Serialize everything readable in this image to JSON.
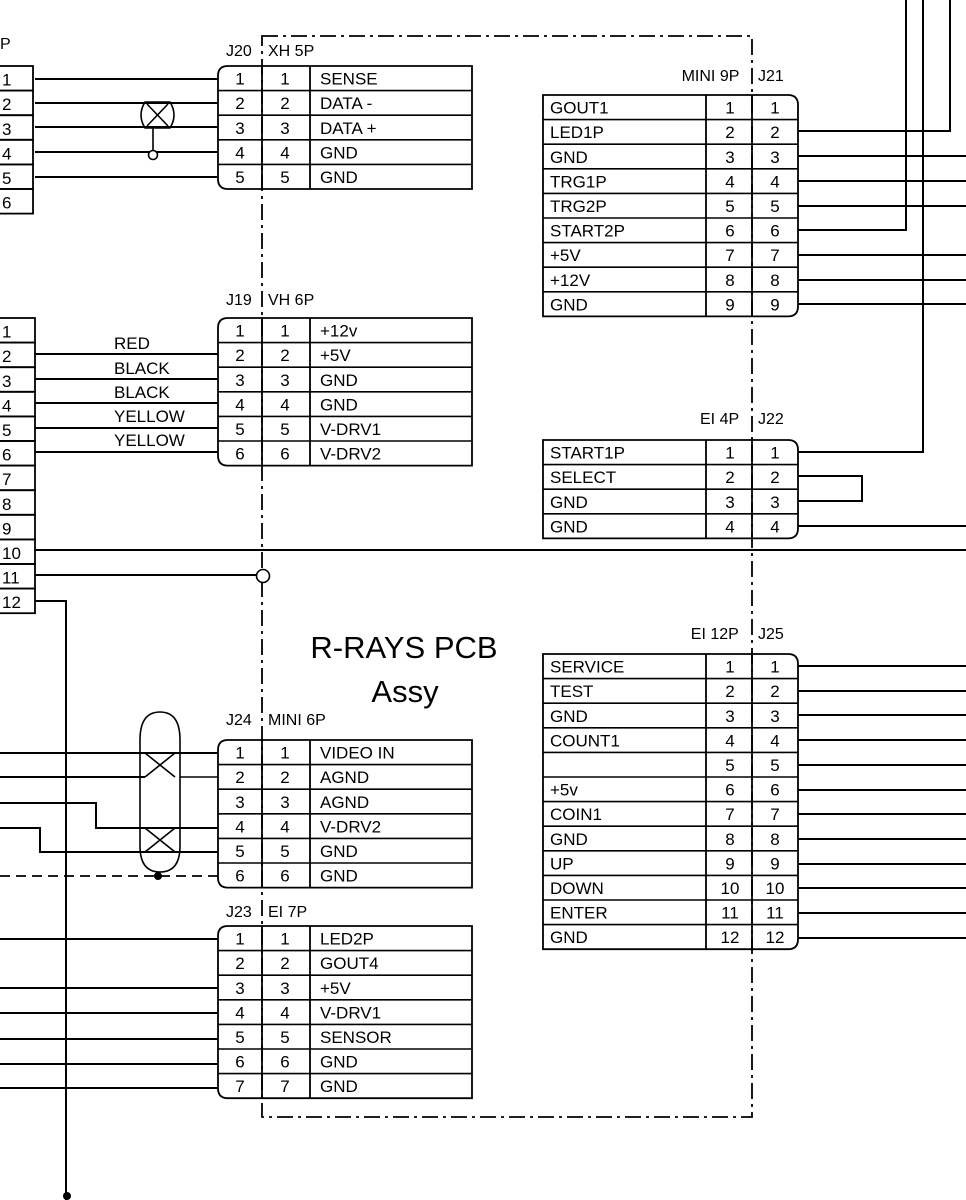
{
  "pcb": {
    "line1": "R-RAYS PCB",
    "line2": "Assy"
  },
  "left_partial": {
    "header": "P",
    "pins": [
      "1",
      "2",
      "3",
      "4",
      "5",
      "6"
    ]
  },
  "left_main": {
    "pins": [
      "1",
      "2",
      "3",
      "4",
      "5",
      "6",
      "7",
      "8",
      "9",
      "10",
      "11",
      "12"
    ]
  },
  "wire_colors": [
    "RED",
    "BLACK",
    "BLACK",
    "YELLOW",
    "YELLOW"
  ],
  "left_connectors": [
    {
      "id": "J20",
      "type": "XH 5P",
      "pins": [
        "1",
        "2",
        "3",
        "4",
        "5"
      ],
      "signals": [
        "SENSE",
        "DATA -",
        "DATA +",
        "GND",
        "GND"
      ]
    },
    {
      "id": "J19",
      "type": "VH 6P",
      "pins": [
        "1",
        "2",
        "3",
        "4",
        "5",
        "6"
      ],
      "signals": [
        "+12v",
        "+5V",
        "GND",
        "GND",
        "V-DRV1",
        "V-DRV2"
      ]
    },
    {
      "id": "J24",
      "type": "MINI 6P",
      "pins": [
        "1",
        "2",
        "3",
        "4",
        "5",
        "6"
      ],
      "signals": [
        "VIDEO IN",
        "AGND",
        "AGND",
        "V-DRV2",
        "GND",
        "GND"
      ]
    },
    {
      "id": "J23",
      "type": "EI 7P",
      "pins": [
        "1",
        "2",
        "3",
        "4",
        "5",
        "6",
        "7"
      ],
      "signals": [
        "LED2P",
        "GOUT4",
        "+5V",
        "V-DRV1",
        "SENSOR",
        "GND",
        "GND"
      ]
    }
  ],
  "right_connectors": [
    {
      "id": "J21",
      "type": "MINI 9P",
      "pins": [
        "1",
        "2",
        "3",
        "4",
        "5",
        "6",
        "7",
        "8",
        "9"
      ],
      "signals": [
        "GOUT1",
        "LED1P",
        "GND",
        "TRG1P",
        "TRG2P",
        "START2P",
        "+5V",
        "+12V",
        "GND"
      ]
    },
    {
      "id": "J22",
      "type": "EI 4P",
      "pins": [
        "1",
        "2",
        "3",
        "4"
      ],
      "signals": [
        "START1P",
        "SELECT",
        "GND",
        "GND"
      ]
    },
    {
      "id": "J25",
      "type": "EI 12P",
      "pins": [
        "1",
        "2",
        "3",
        "4",
        "5",
        "6",
        "7",
        "8",
        "9",
        "10",
        "11",
        "12"
      ],
      "signals": [
        "SERVICE",
        "TEST",
        "GND",
        "COUNT1",
        "",
        "+5v",
        "COIN1",
        "GND",
        "UP",
        "DOWN",
        "ENTER",
        "GND"
      ]
    }
  ]
}
